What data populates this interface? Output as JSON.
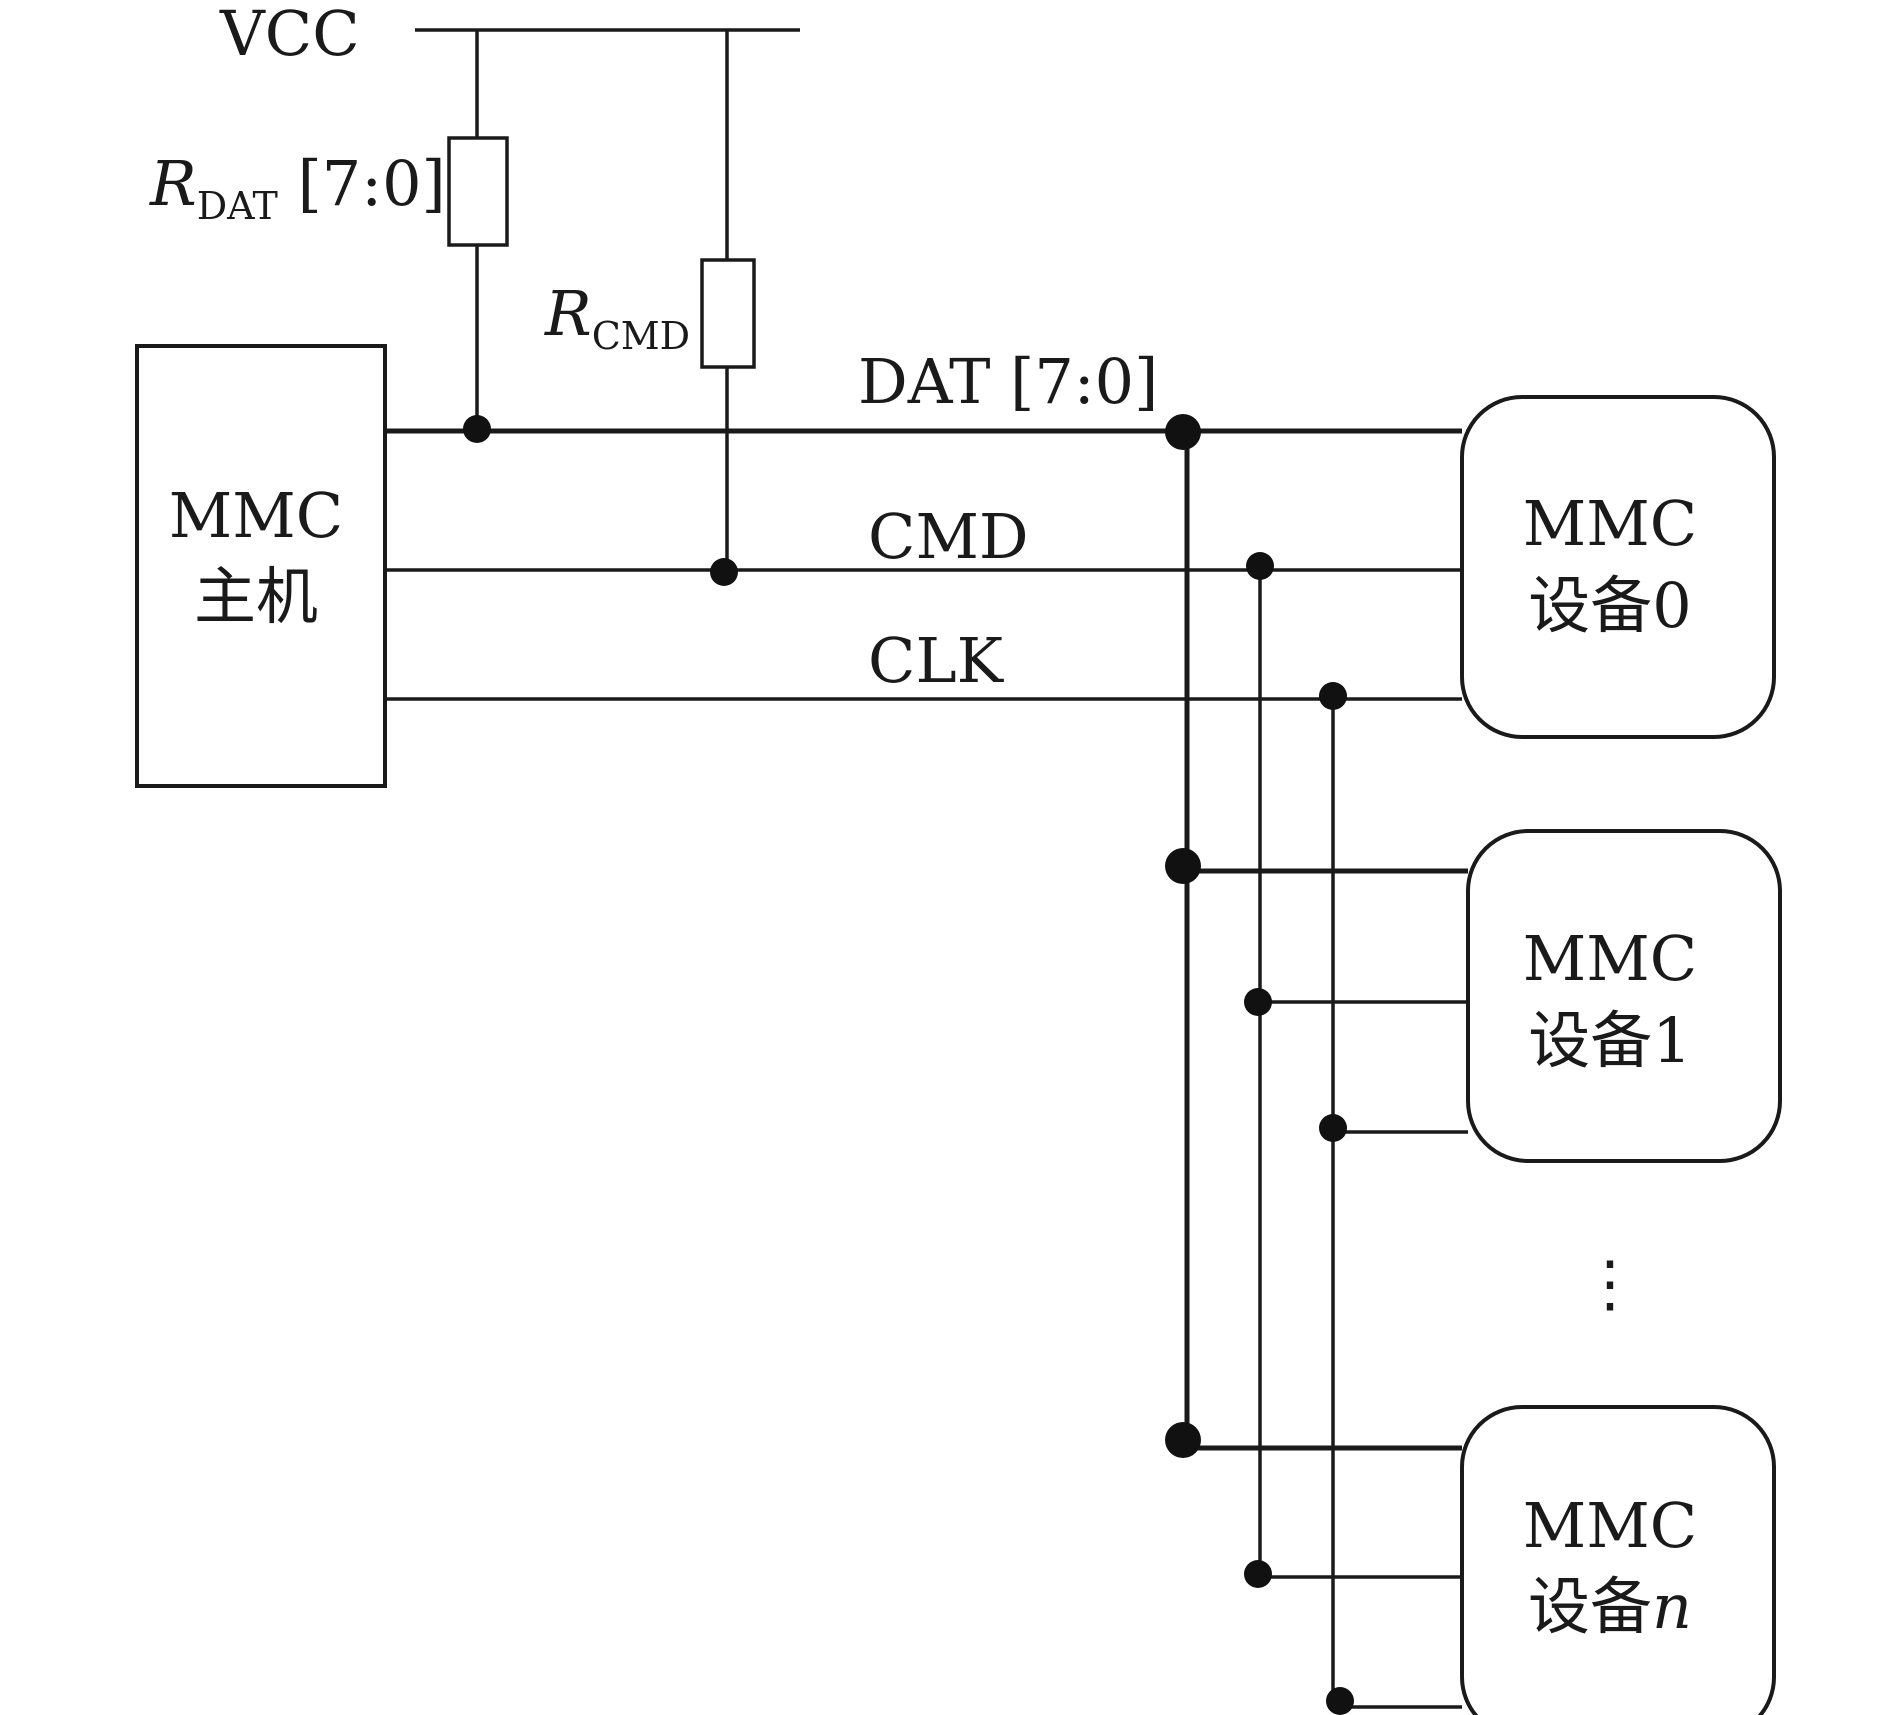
{
  "supply": {
    "label": "VCC"
  },
  "resistors": {
    "dat": {
      "symbol": "R",
      "subscript": "DAT",
      "suffix": " [7:0]"
    },
    "cmd": {
      "symbol": "R",
      "subscript": "CMD"
    }
  },
  "signals": {
    "dat": "DAT [7:0]",
    "cmd": "CMD",
    "clk": "CLK"
  },
  "host": {
    "line1": "MMC",
    "line2": "主机"
  },
  "devices": [
    {
      "line1": "MMC",
      "line2_prefix": "设备",
      "line2_index": "0"
    },
    {
      "line1": "MMC",
      "line2_prefix": "设备",
      "line2_index": "1"
    },
    {
      "line1": "MMC",
      "line2_prefix": "设备",
      "line2_index": "n"
    }
  ],
  "ellipsis": "⋮"
}
